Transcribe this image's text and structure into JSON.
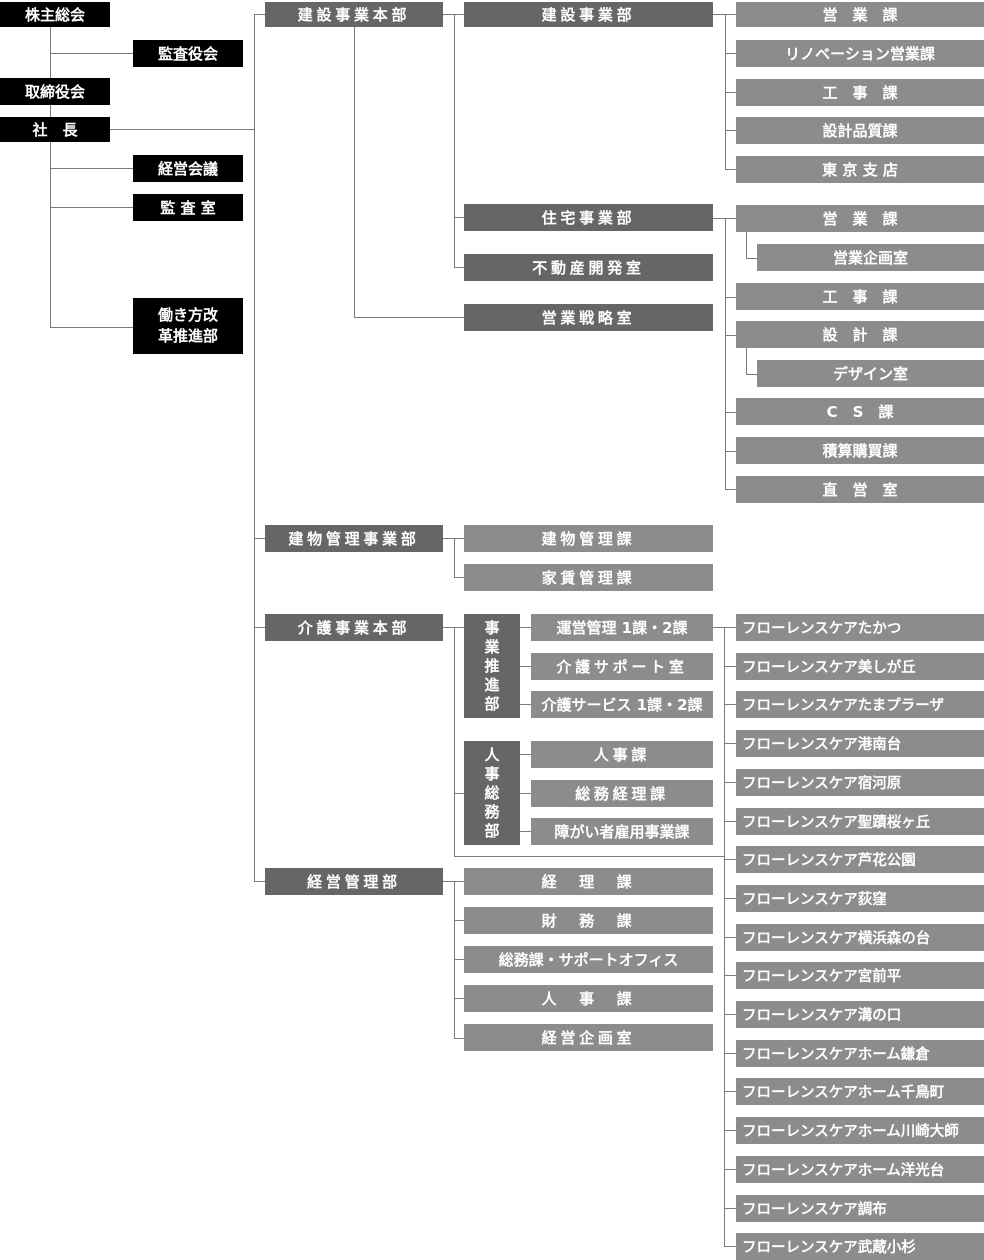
{
  "top": {
    "shareholders": "株主総会",
    "auditors": "監査役会",
    "board": "取締役会",
    "president": "社　長",
    "mgmt_meeting": "経営会議",
    "audit_office": "監 査 室",
    "workstyle_reform": "働き方改革推進部"
  },
  "construction": {
    "hq": "建設事業本部",
    "dept": "建設事業部",
    "dept_sections": [
      "営　業　課",
      "リノベーション営業課",
      "工　事　課",
      "設計品質課",
      "東 京 支 店"
    ],
    "housing": "住宅事業部",
    "housing_sections": [
      "営　業　課",
      "営業企画室",
      "工　事　課",
      "設　計　課",
      "デザイン室",
      "C　S　課",
      "積算購買課",
      "直　営　室"
    ],
    "realestate": "不動産開発室",
    "strategy": "営業戦略室"
  },
  "building": {
    "dept": "建物管理事業部",
    "sections": [
      "建物管理課",
      "家賃管理課"
    ]
  },
  "care": {
    "hq": "介護事業本部",
    "promo": "事業推進部",
    "promo_sections": [
      "運営管理 1課・2課",
      "介護サポート室",
      "介護サービス 1課・2課"
    ],
    "hr": "人事総務部",
    "hr_sections": [
      "人事課",
      "総務経理課",
      "障がい者雇用事業課"
    ],
    "facilities": [
      "フローレンスケアたかつ",
      "フローレンスケア美しが丘",
      "フローレンスケアたまプラーザ",
      "フローレンスケア港南台",
      "フローレンスケア宿河原",
      "フローレンスケア聖蹟桜ヶ丘",
      "フローレンスケア芦花公園",
      "フローレンスケア荻窪",
      "フローレンスケア横浜森の台",
      "フローレンスケア宮前平",
      "フローレンスケア溝の口",
      "フローレンスケアホーム鎌倉",
      "フローレンスケアホーム千鳥町",
      "フローレンスケアホーム川崎大師",
      "フローレンスケアホーム洋光台",
      "フローレンスケア調布",
      "フローレンスケア武蔵小杉"
    ]
  },
  "management": {
    "dept": "経営管理部",
    "sections": [
      "経　理　課",
      "財　務　課",
      "総務課・サポートオフィス",
      "人　事　課",
      "経営企画室"
    ]
  }
}
